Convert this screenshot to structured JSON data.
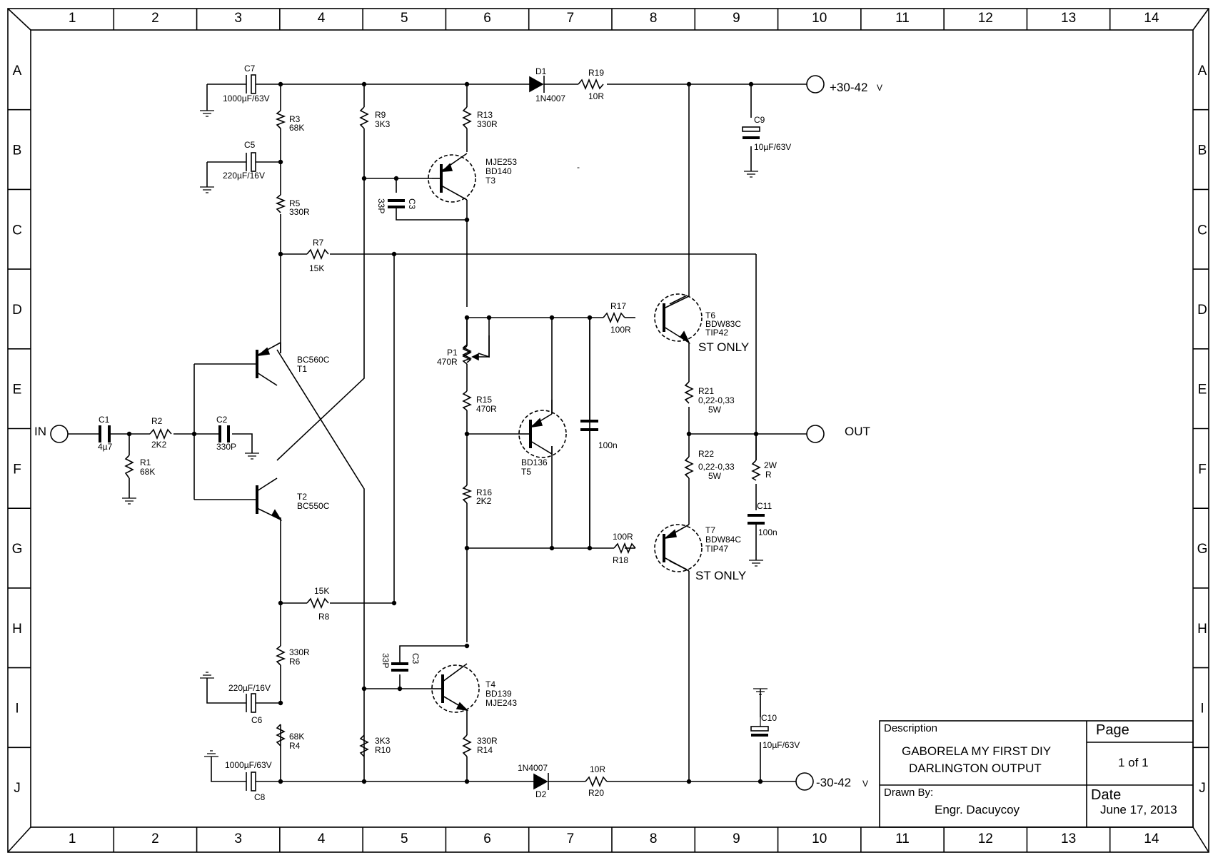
{
  "frame": {
    "columns": [
      "1",
      "2",
      "3",
      "4",
      "5",
      "6",
      "7",
      "8",
      "9",
      "10",
      "11",
      "12",
      "13",
      "14"
    ],
    "rows": [
      "A",
      "B",
      "C",
      "D",
      "E",
      "F",
      "G",
      "H",
      "I",
      "J"
    ]
  },
  "components": {
    "C7": {
      "ref": "C7",
      "value": "1000µF/63V"
    },
    "C5": {
      "ref": "C5",
      "value": "220µF/16V"
    },
    "R3": {
      "ref": "R3",
      "value": "68K"
    },
    "R5": {
      "ref": "R5",
      "value": "330R"
    },
    "R9": {
      "ref": "R9",
      "value": "3K3"
    },
    "C3a": {
      "ref": "C3",
      "value": "33P"
    },
    "R13": {
      "ref": "R13",
      "value": "330R"
    },
    "T3": {
      "ref": "T3",
      "part1": "MJE253",
      "part2": "BD140"
    },
    "D1": {
      "ref": "D1",
      "value": "1N4007"
    },
    "R19": {
      "ref": "R19",
      "value": "10R"
    },
    "C9": {
      "ref": "C9",
      "value": "10µF/63V"
    },
    "R7": {
      "ref": "R7",
      "value": "15K"
    },
    "R17": {
      "ref": "R17",
      "value": "100R"
    },
    "T6": {
      "ref": "T6",
      "part1": "BDW83C",
      "part2": "TIP42",
      "note": "ST ONLY"
    },
    "P1": {
      "ref": "P1",
      "value": "470R"
    },
    "T1": {
      "ref": "T1",
      "part": "BC560C"
    },
    "R15": {
      "ref": "R15",
      "value": "470R"
    },
    "R21": {
      "ref": "R21",
      "value": "0,22-0,33",
      "power": "5W"
    },
    "C1": {
      "ref": "C1",
      "value": "4µ7"
    },
    "R2": {
      "ref": "R2",
      "value": "2K2"
    },
    "C2": {
      "ref": "C2",
      "value": "330P"
    },
    "T5": {
      "ref": "T5",
      "part": "BD136"
    },
    "C100": {
      "value": "100n"
    },
    "R1": {
      "ref": "R1",
      "value": "68K"
    },
    "R22": {
      "ref": "R22",
      "value": "0,22-0,33",
      "power": "5W"
    },
    "Rz": {
      "ref": "R",
      "value": "2W"
    },
    "T2": {
      "ref": "T2",
      "part": "BC550C"
    },
    "R16": {
      "ref": "R16",
      "value": "2K2"
    },
    "C11": {
      "ref": "C11",
      "value": "100n"
    },
    "R18": {
      "ref": "R18",
      "value": "100R"
    },
    "T7": {
      "ref": "T7",
      "part1": "BDW84C",
      "part2": "TIP47",
      "note": "ST ONLY"
    },
    "R8": {
      "ref": "R8",
      "value": "15K"
    },
    "R6": {
      "ref": "R6",
      "value": "330R"
    },
    "C3b": {
      "ref": "C3",
      "value": "33P"
    },
    "T4": {
      "ref": "T4",
      "part1": "BD139",
      "part2": "MJE243"
    },
    "C6": {
      "ref": "C6",
      "value": "220µF/16V"
    },
    "C10": {
      "ref": "C10",
      "value": "10µF/63V"
    },
    "R4": {
      "ref": "R4",
      "value": "68K"
    },
    "R10": {
      "ref": "R10",
      "value": "3K3"
    },
    "R14": {
      "ref": "R14",
      "value": "330R"
    },
    "C8": {
      "ref": "C8",
      "value": "1000µF/63V"
    },
    "D2": {
      "ref": "D2",
      "value": "1N4007"
    },
    "R20": {
      "ref": "R20",
      "value": "10R"
    }
  },
  "ports": {
    "in": "IN",
    "out": "OUT",
    "vplus": "+30-42",
    "vplus_unit": "V",
    "vminus": "-30-42",
    "vminus_unit": "V"
  },
  "stray_mark": "-",
  "title_block": {
    "description_label": "Description",
    "description_line1": "GABORELA MY FIRST DIY",
    "description_line2": "DARLINGTON OUTPUT",
    "page_label": "Page",
    "page_value": "1 of 1",
    "drawn_by_label": "Drawn By:",
    "drawn_by_value": "Engr. Dacuycoy",
    "date_label": "Date",
    "date_value": "June 17, 2013"
  }
}
